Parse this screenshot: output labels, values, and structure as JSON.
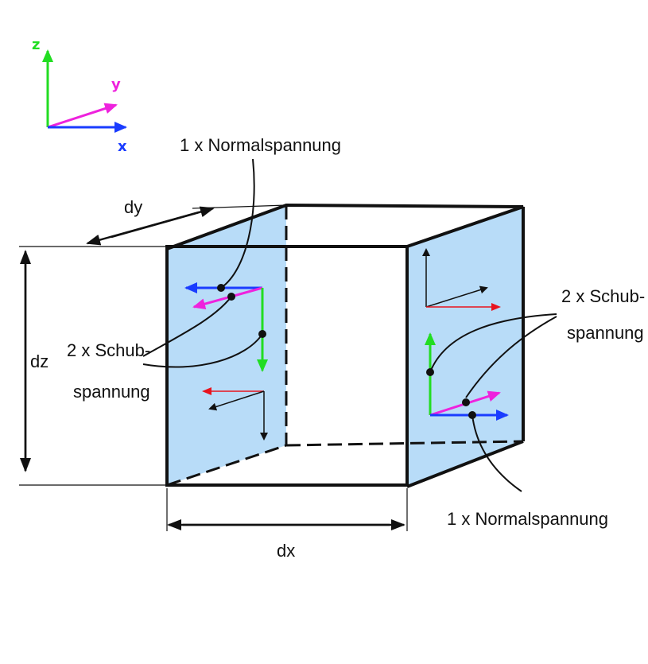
{
  "axes": {
    "z_label": "z",
    "y_label": "y",
    "x_label": "x",
    "z_color": "#22dd22",
    "y_color": "#ee22dd",
    "x_color": "#1a3cff"
  },
  "dimensions": {
    "dx": "dx",
    "dy": "dy",
    "dz": "dz"
  },
  "annotations": {
    "normal_top": "1 x Normalspannung",
    "shear_left_line1": "2 x Schub-",
    "shear_left_line2": "spannung",
    "shear_right_line1": "2 x Schub-",
    "shear_right_line2": "spannung",
    "normal_bottom": "1 x Normalspannung"
  },
  "colors": {
    "face_fill": "#b8dcf8",
    "outline": "#111111",
    "red_arrow": "#e8141e"
  }
}
